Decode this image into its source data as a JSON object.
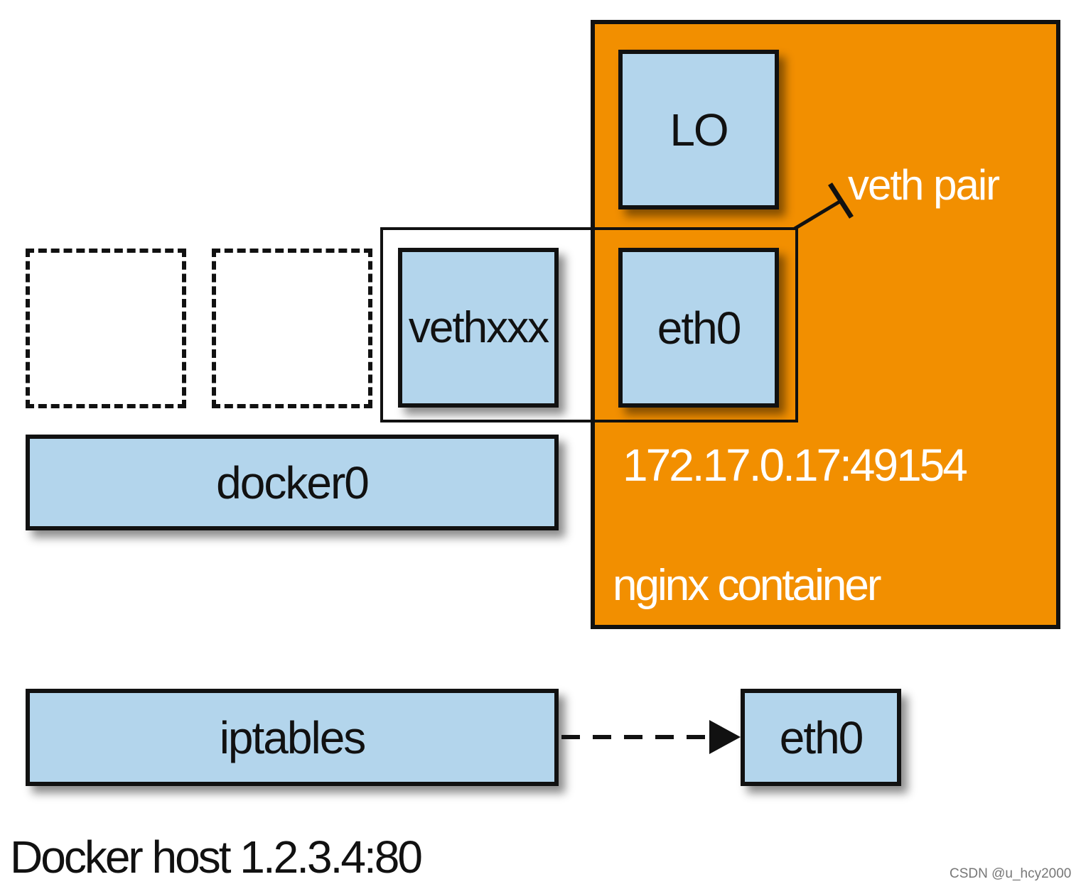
{
  "container": {
    "name": "nginx container",
    "ip": "172.17.0.17:49154",
    "color": "#f28f00"
  },
  "interfaces": {
    "lo": "LO",
    "container_eth0": "eth0",
    "vethxxx": "vethxxx",
    "docker0": "docker0",
    "iptables": "iptables",
    "host_eth0": "eth0"
  },
  "veth_pair_label": "veth pair",
  "host_label": "Docker host 1.2.3.4:80",
  "watermark": "CSDN @u_hcy2000",
  "colors": {
    "interface_fill": "#b3d5ec",
    "stroke": "#111111",
    "background": "#ffffff"
  }
}
